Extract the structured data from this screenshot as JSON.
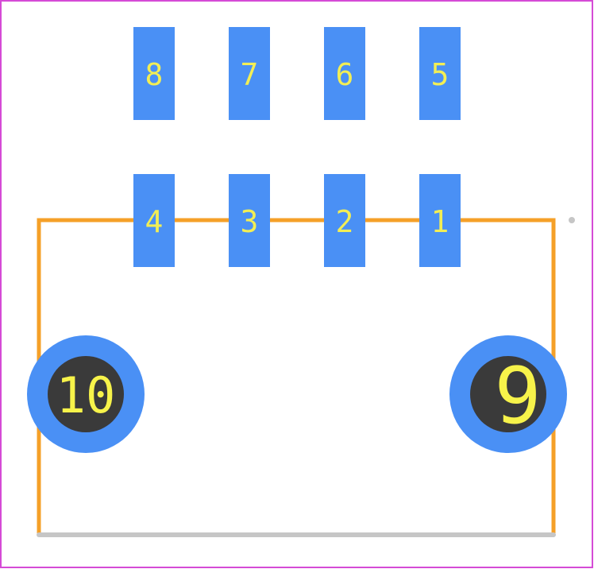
{
  "colors": {
    "border": "#d54bd6",
    "outline": "#f5a028",
    "bottom_edge": "#c6c6c6",
    "pad": "#4a90f5",
    "annular_ring": "#4a90f5",
    "drill_hole": "#3a3a3a",
    "label": "#f2ee55",
    "marker_dot": "#c6c6c6"
  },
  "smd_pads": [
    {
      "label": "8"
    },
    {
      "label": "7"
    },
    {
      "label": "6"
    },
    {
      "label": "5"
    },
    {
      "label": "4"
    },
    {
      "label": "3"
    },
    {
      "label": "2"
    },
    {
      "label": "1"
    }
  ],
  "mounting_holes": [
    {
      "label": "10"
    },
    {
      "label": "9"
    }
  ]
}
